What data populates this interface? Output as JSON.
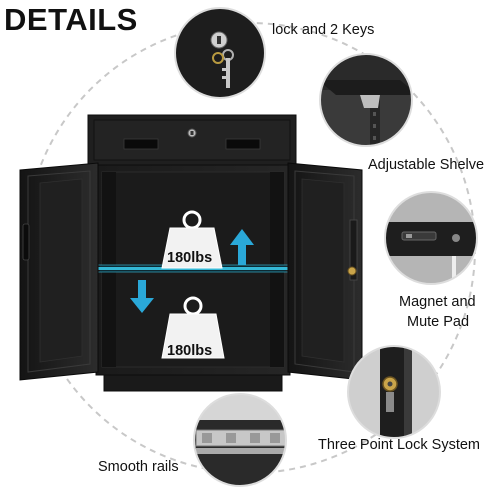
{
  "title": "DETAILS",
  "features": {
    "lock": "lock and 2 Keys",
    "shelf": "Adjustable Shelve",
    "magnet_line1": "Magnet and",
    "magnet_line2": "Mute Pad",
    "lock_system": "Three Point Lock System",
    "rails": "Smooth rails"
  },
  "capacity": {
    "upper": "180lbs",
    "lower": "180lbs"
  },
  "colors": {
    "cabinet": "#1c1c1c",
    "shelf_glow": "#38c8e8",
    "arrow": "#2aa8d8",
    "dashed_circle": "#c8c8c8"
  },
  "icons": [
    "weight-icon",
    "arrow-up-icon",
    "arrow-down-icon"
  ]
}
